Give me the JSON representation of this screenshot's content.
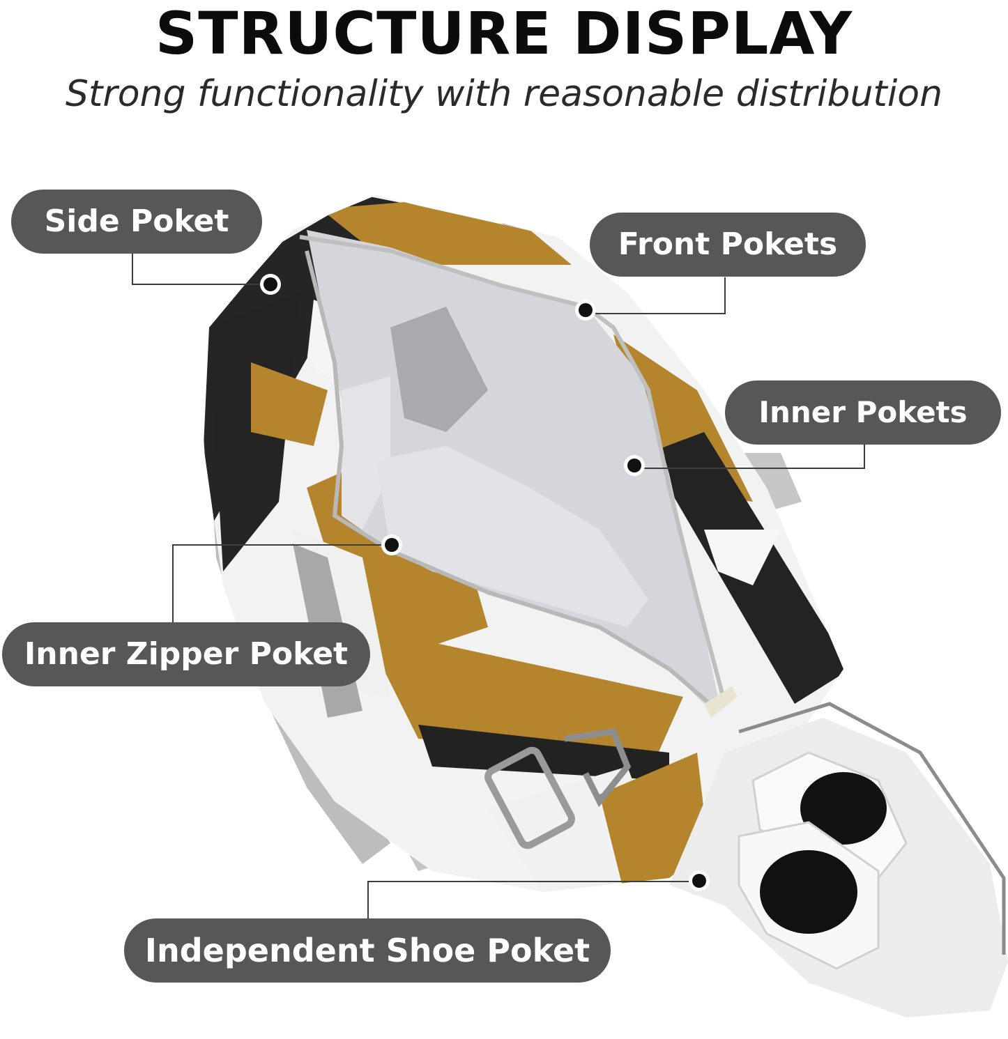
{
  "header": {
    "title": "STRUCTURE DISPLAY",
    "subtitle": "Strong functionality with reasonable distribution"
  },
  "callouts": [
    {
      "id": "side",
      "label": "Side Poket"
    },
    {
      "id": "front",
      "label": "Front Pokets"
    },
    {
      "id": "inner",
      "label": "Inner Pokets"
    },
    {
      "id": "zipper",
      "label": "Inner Zipper Poket"
    },
    {
      "id": "shoe",
      "label": "Independent Shoe Poket"
    }
  ],
  "colors": {
    "mustard": "#b5852d",
    "black": "#242424",
    "white_panel": "#f1f1f1",
    "strap_gray": "#bcbcbc",
    "lining": "#d6d7dc",
    "label_bg": "#575757"
  }
}
